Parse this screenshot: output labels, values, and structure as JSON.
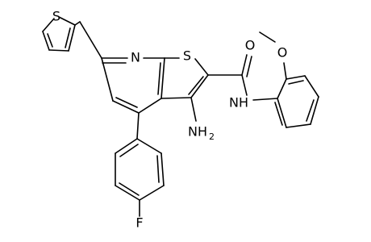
{
  "atoms": {
    "thiophene_s": "S",
    "pyridine_n": "N",
    "fused_s": "S",
    "carbonyl_o": "O",
    "amide_nh": "NH",
    "methoxy_o": "O",
    "amino": "NH",
    "amino_sub": "2",
    "fluoro": "F"
  },
  "colors": {
    "bond": "#000000",
    "label": "#000000",
    "background": "#ffffff"
  }
}
